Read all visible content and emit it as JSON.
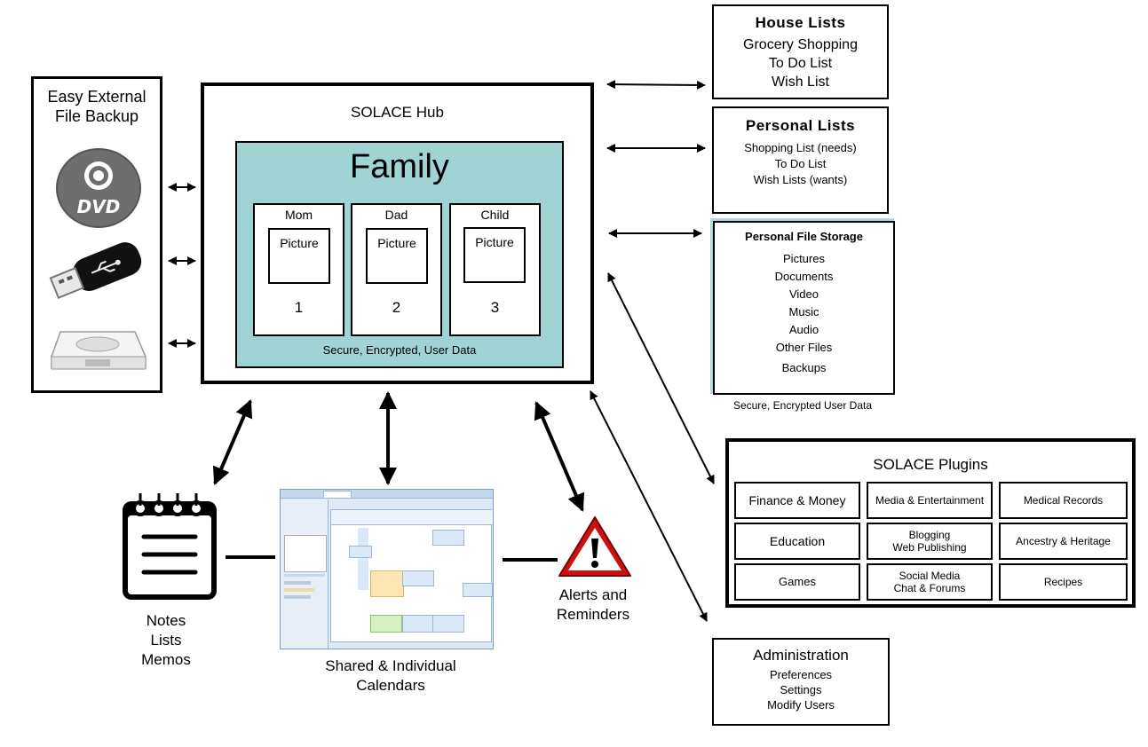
{
  "backup": {
    "title_line1": "Easy External",
    "title_line2": "File Backup",
    "dvd_text": "DVD"
  },
  "hub": {
    "title": "SOLACE Hub",
    "family": "Family",
    "members": [
      {
        "name": "Mom",
        "picture": "Picture",
        "number": "1"
      },
      {
        "name": "Dad",
        "picture": "Picture",
        "number": "2"
      },
      {
        "name": "Child",
        "picture": "Picture",
        "number": "3"
      }
    ],
    "footer": "Secure, Encrypted, User Data"
  },
  "house_lists": {
    "title": "House Lists",
    "items": [
      "Grocery Shopping",
      "To Do List",
      "Wish List"
    ]
  },
  "personal_lists": {
    "title": "Personal Lists",
    "items": [
      "Shopping List (needs)",
      "To Do List",
      "Wish Lists (wants)"
    ]
  },
  "file_storage": {
    "title": "Personal File Storage",
    "items": [
      "Pictures",
      "Documents",
      "Video",
      "Music",
      "Audio",
      "Other Files",
      "Backups"
    ],
    "caption": "Secure, Encrypted User Data"
  },
  "plugins": {
    "title": "SOLACE Plugins",
    "cells": [
      [
        "Finance & Money",
        "Media & Entertainment",
        "Medical Records"
      ],
      [
        "Education",
        "Blogging\nWeb Publishing",
        "Ancestry & Heritage"
      ],
      [
        "Games",
        "Social Media\nChat & Forums",
        "Recipes"
      ]
    ]
  },
  "administration": {
    "title": "Administration",
    "items": [
      "Preferences",
      "Settings",
      "Modify Users"
    ]
  },
  "notes": {
    "lines": [
      "Notes",
      "Lists",
      "Memos"
    ]
  },
  "calendars": {
    "line1": "Shared & Individual",
    "line2": "Calendars"
  },
  "alerts": {
    "line1": "Alerts and",
    "line2": "Reminders"
  },
  "colors": {
    "family_fill": "#a0d4d4",
    "storage_frame": "#b0d8d8",
    "alert_red": "#cc1111"
  }
}
